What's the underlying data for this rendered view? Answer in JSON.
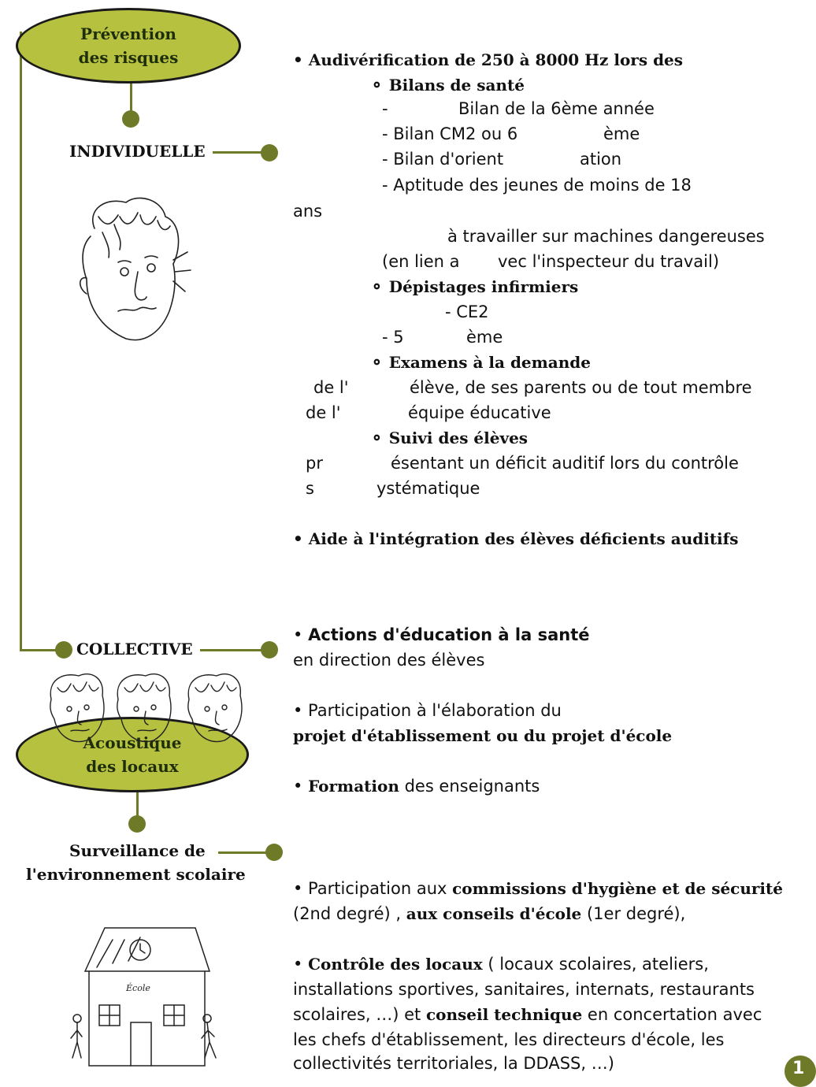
{
  "ovals": {
    "prevention": [
      "Prévention",
      "des risques"
    ],
    "acoustique": [
      "Acoustique",
      "des locaux"
    ]
  },
  "labels": {
    "individuelle": "INDIVIDUELLE",
    "collective": "COLLECTIVE",
    "surveillance": [
      "Surveillance de",
      "l'environnement scolaire"
    ]
  },
  "sketch_texts": {
    "ecole": "École"
  },
  "individuelle_block": {
    "audi_title": "• Audivérification de 250 à 8000 Hz lors des",
    "bilans_title": "⚬ Bilans de santé",
    "bilan_line1_dash": "-",
    "bilan_line1_text": "Bilan de la 6ème année",
    "bilan_line2a": "- Bilan CM2 ou 6",
    "bilan_line2b": "ème",
    "bilan_line3a": "- Bilan d'orient",
    "bilan_line3b": "ation",
    "bilan_line4": "- Aptitude des jeunes de moins de 18",
    "bilan_line5": "ans",
    "bilan_line6": "à travailler sur machines dangereuses",
    "bilan_line7a": "(en lien a",
    "bilan_line7b": "vec l'inspecteur du travail)",
    "depistages_title": "⚬ Dépistages infirmiers",
    "dep_line1": "- CE2",
    "dep_line2a": "- 5",
    "dep_line2b": "ème",
    "examens_title": "⚬ Examens à la demande",
    "exa_line1a": "de l'",
    "exa_line1b": "élève, de ses parents ou de tout membre",
    "exa_line2a": "de l'",
    "exa_line2b": "équipe éducative",
    "suivi_title": "⚬ Suivi des élèves",
    "suivi_line1a": "pr",
    "suivi_line1b": "ésentant un déficit auditif lors du contrôle",
    "suivi_line2a": "s",
    "suivi_line2b": "ystématique",
    "aide": "• Aide à l'intégration des élèves déficients auditifs"
  },
  "collective_block": {
    "actions_bullet": "• ",
    "actions_bold": "Actions d'éducation à la santé",
    "actions_rest": "en direction des élèves",
    "particip_line1": "• Participation à l'élaboration du",
    "particip_bold": "projet d'établissement ou du projet d'école",
    "formation_bullet": "• ",
    "formation_bold": "Formation",
    "formation_rest": " des enseignants"
  },
  "surveillance_block": {
    "p1_a": "• Participation aux ",
    "p1_b": "commissions d'hygiène et de sécurité",
    "p2_a": "(2nd  degré) , ",
    "p2_b": "aux conseils d'école",
    "p2_c": " (1er degré),",
    "c1_a": "• ",
    "c1_b": "Contrôle des locaux",
    "c1_c": " ( locaux scolaires, ateliers,",
    "c2": "installations sportives, sanitaires, internats, restaurants",
    "c3_a": "scolaires, …) et ",
    "c3_b": "conseil technique",
    "c3_c": " en concertation avec",
    "c4": "les chefs d'établissement, les directeurs d'école, les",
    "c5": "collectivités territoriales, la DDASS, …)"
  },
  "page_number": "1",
  "colors": {
    "oval_fill": "#b7c140",
    "connector": "#6f7a28",
    "page_badge": "#6f7a28"
  }
}
